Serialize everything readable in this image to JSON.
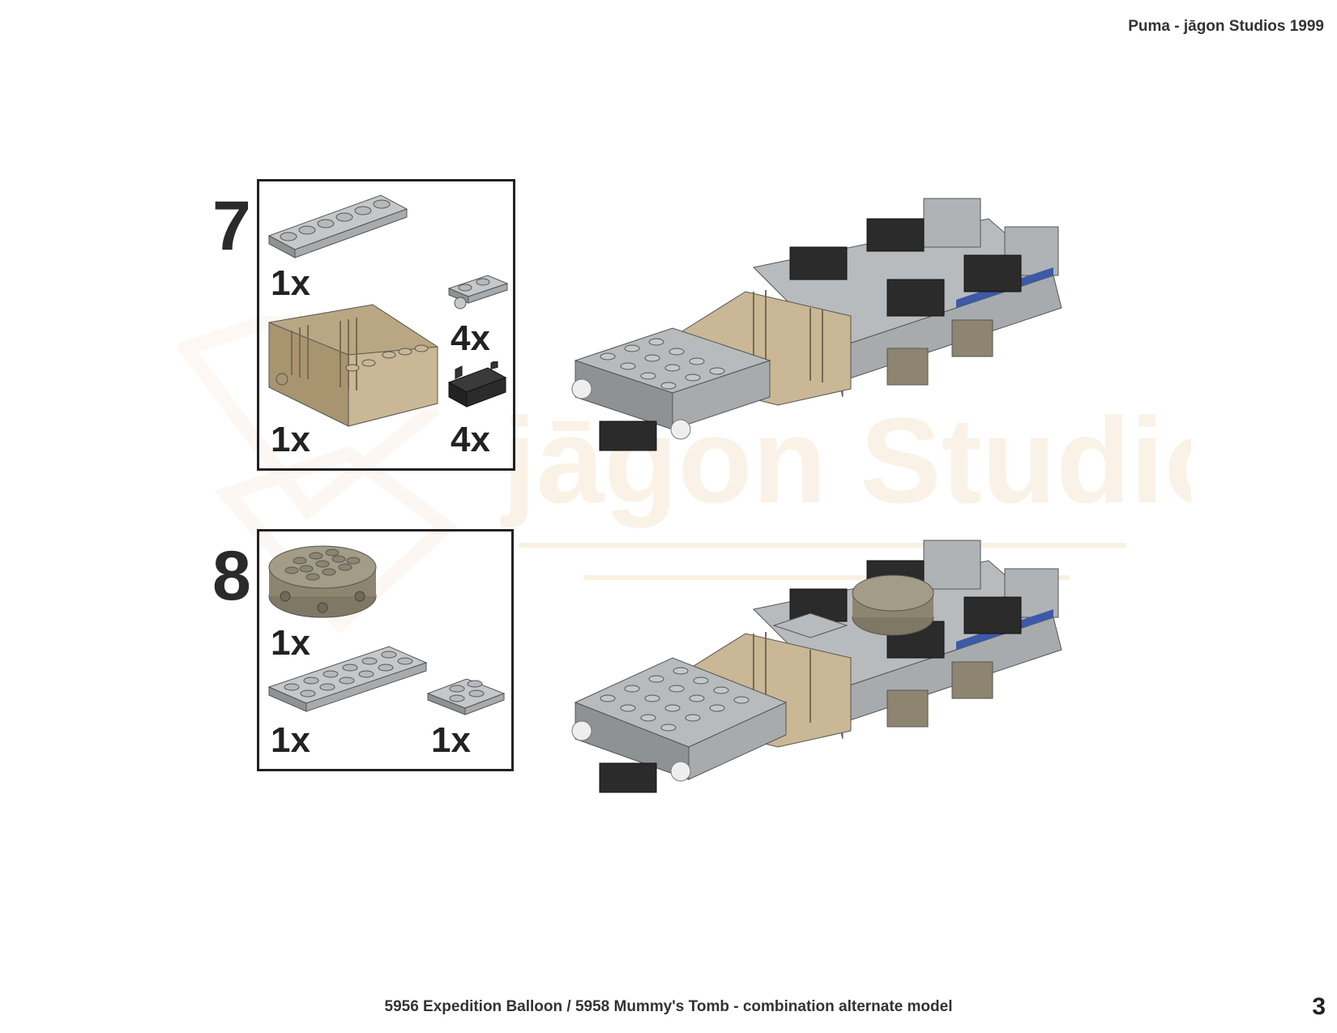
{
  "header": {
    "title": "Puma - jāgon Studios 1999"
  },
  "footer": {
    "caption": "5956 Expedition Balloon / 5958 Mummy's Tomb - combination alternate model",
    "page_number": "3"
  },
  "watermark": {
    "text": "jāgon Studios"
  },
  "steps": [
    {
      "number": "7",
      "parts": [
        {
          "name": "plate-1x6",
          "color": "light-gray",
          "qty": "1x"
        },
        {
          "name": "plate-1x2-clip",
          "color": "light-gray",
          "qty": "4x"
        },
        {
          "name": "seat-bucket",
          "color": "tan",
          "qty": "1x"
        },
        {
          "name": "hinge-clip",
          "color": "black",
          "qty": "4x"
        }
      ]
    },
    {
      "number": "8",
      "parts": [
        {
          "name": "round-brick-4x4",
          "color": "dark-tan",
          "qty": "1x"
        },
        {
          "name": "plate-2x6",
          "color": "light-gray",
          "qty": "1x"
        },
        {
          "name": "plate-2x2",
          "color": "light-gray",
          "qty": "1x"
        }
      ]
    }
  ],
  "colors": {
    "light_gray": "#a7abad",
    "dark_gray": "#6f7376",
    "tan": "#c9b795",
    "black": "#2b2b2b",
    "blue": "#3d5aa8",
    "dark_tan": "#8d8570"
  }
}
